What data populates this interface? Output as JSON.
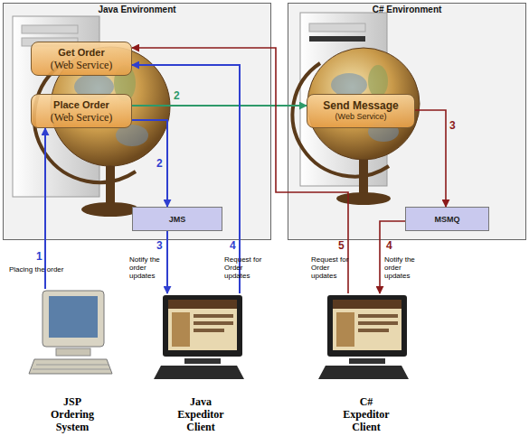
{
  "diagram": {
    "nodes": [
      {
        "text": [
          "Java Environment"
        ]
      },
      {
        "text": [
          "Get Order",
          "(Web Service)"
        ],
        "in": 0
      },
      {
        "text": [
          "Place Order",
          "(Web Service)"
        ],
        "in": 0
      },
      {
        "text": [
          "JMS"
        ],
        "in": 0
      },
      {
        "text": [
          "C# Environment"
        ]
      },
      {
        "text": [
          "Send Message",
          "(Web Service)"
        ],
        "in": 4
      },
      {
        "text": [
          "MSMQ"
        ],
        "in": 4
      },
      {
        "text": [
          "JSP Ordering System"
        ]
      },
      {
        "text": [
          "Java Expeditor Client"
        ]
      },
      {
        "text": [
          "C# Expeditor Client"
        ]
      }
    ],
    "edges": [
      {
        "from": 7,
        "to": 2,
        "arrow": "to",
        "label": "1"
      },
      {
        "from": 2,
        "to": 5,
        "arrow": "to",
        "label": "2"
      },
      {
        "from": 2,
        "to": 3,
        "arrow": "to",
        "label": "2"
      },
      {
        "from": 3,
        "to": 8,
        "arrow": "to",
        "label": "3"
      },
      {
        "from": 8,
        "to": 1,
        "arrow": "to",
        "label": "4"
      },
      {
        "from": 5,
        "to": 6,
        "arrow": "to",
        "label": "3"
      },
      {
        "from": 6,
        "to": 9,
        "arrow": "to",
        "label": "4"
      },
      {
        "from": 9,
        "to": 1,
        "arrow": "to",
        "label": "5"
      }
    ],
    "labels": [
      "Placing the order",
      "Notify the order updates",
      "Request for Order updates",
      "Request for Order updates",
      "Notify the order updates"
    ]
  }
}
